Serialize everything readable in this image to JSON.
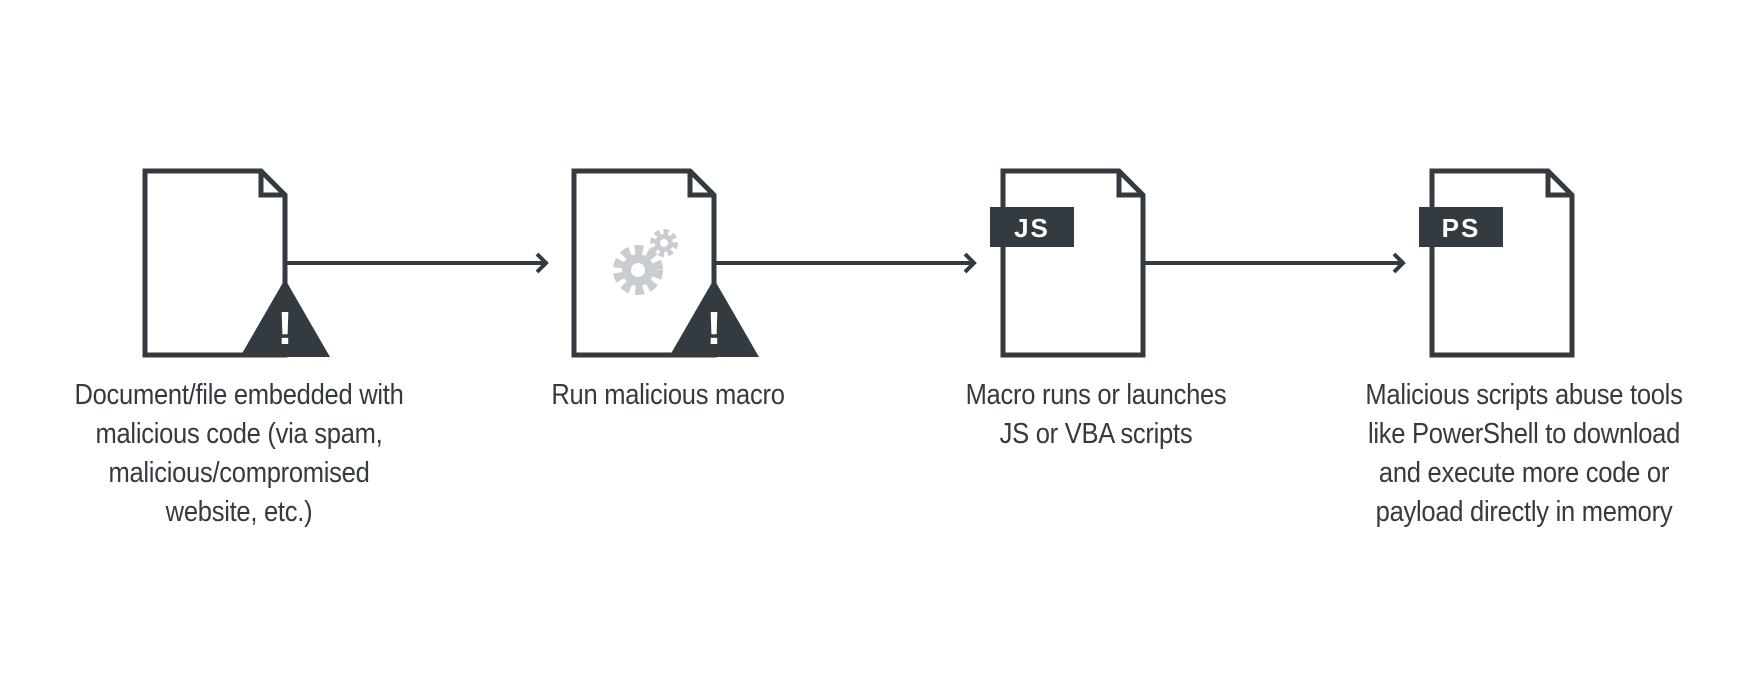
{
  "steps": [
    {
      "icon": "document-warning-icon",
      "caption": "Document/file embedded with\nmalicious code (via spam,\nmalicious/compromised\nwebsite, etc.)"
    },
    {
      "icon": "document-gears-warning-icon",
      "caption": "Run malicious macro"
    },
    {
      "icon": "js-document-icon",
      "badge": "JS",
      "caption": "Macro runs or launches\nJS or VBA scripts"
    },
    {
      "icon": "ps-document-icon",
      "badge": "PS",
      "caption": "Malicious scripts abuse tools\nlike PowerShell to download\nand execute more code or\npayload directly in memory"
    }
  ],
  "warning_glyph": "!",
  "colors": {
    "stroke": "#333a40",
    "gear": "#c9cdd1",
    "background": "#ffffff"
  }
}
